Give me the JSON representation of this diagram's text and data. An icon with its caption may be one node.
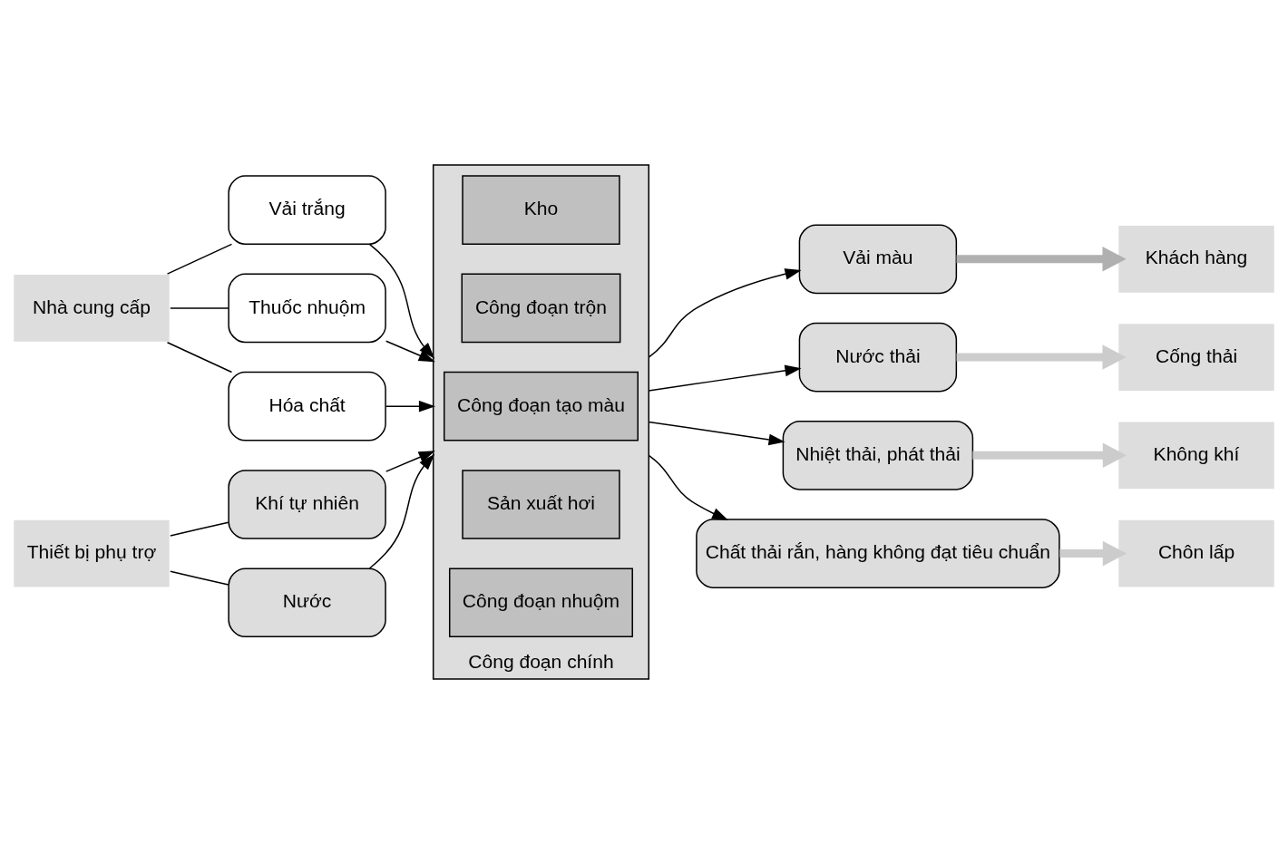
{
  "diagram": {
    "nodes": [
      {
        "text": [
          "Nhà cung cấp"
        ]
      },
      {
        "text": [
          "Vải trắng"
        ]
      },
      {
        "text": [
          "Thuốc nhuộm"
        ]
      },
      {
        "text": [
          "Hóa chất"
        ]
      },
      {
        "text": [
          "Thiết bị phụ trợ"
        ]
      },
      {
        "text": [
          "Khí tự nhiên"
        ]
      },
      {
        "text": [
          "Nước"
        ]
      },
      {
        "text": [
          "Công đoạn chính"
        ]
      },
      {
        "text": [
          "Kho"
        ],
        "in": 7
      },
      {
        "text": [
          "Công đoạn trộn"
        ],
        "in": 7
      },
      {
        "text": [
          "Công đoạn tạo màu"
        ],
        "in": 7
      },
      {
        "text": [
          "Sản xuất hơi"
        ],
        "in": 7
      },
      {
        "text": [
          "Công đoạn nhuộm"
        ],
        "in": 7
      },
      {
        "text": [
          "Vải màu"
        ]
      },
      {
        "text": [
          "Khách hàng"
        ]
      },
      {
        "text": [
          "Nước thải"
        ]
      },
      {
        "text": [
          "Nhiệt thải, phát thải"
        ]
      },
      {
        "text": [
          "Chất thải rắn, hàng không đạt tiêu chuẩn"
        ]
      },
      {
        "text": [
          "Cống thải"
        ]
      },
      {
        "text": [
          "Không khí"
        ]
      },
      {
        "text": [
          "Chôn lấp"
        ]
      }
    ],
    "edges": [
      {
        "from": 0,
        "to": 1,
        "arrow": "none"
      },
      {
        "from": 0,
        "to": 2,
        "arrow": "none"
      },
      {
        "from": 0,
        "to": 3,
        "arrow": "none"
      },
      {
        "from": 4,
        "to": 5,
        "arrow": "none"
      },
      {
        "from": 4,
        "to": 6,
        "arrow": "none"
      },
      {
        "from": 1,
        "to": 7,
        "arrow": "to"
      },
      {
        "from": 2,
        "to": 7,
        "arrow": "to"
      },
      {
        "from": 3,
        "to": 7,
        "arrow": "to"
      },
      {
        "from": 5,
        "to": 7,
        "arrow": "to"
      },
      {
        "from": 6,
        "to": 7,
        "arrow": "to"
      },
      {
        "from": 7,
        "to": 13,
        "arrow": "to"
      },
      {
        "from": 13,
        "to": 14,
        "arrow": "to",
        "style": "thick",
        "color": "#b0b0b0"
      },
      {
        "from": 7,
        "to": 15,
        "arrow": "to"
      },
      {
        "from": 7,
        "to": 16,
        "arrow": "to"
      },
      {
        "from": 7,
        "to": 17,
        "arrow": "to"
      },
      {
        "from": 15,
        "to": 18,
        "arrow": "to",
        "style": "thick",
        "color": "#cccccc"
      },
      {
        "from": 16,
        "to": 19,
        "arrow": "to",
        "style": "thick",
        "color": "#cccccc"
      },
      {
        "from": 17,
        "to": 20,
        "arrow": "to",
        "style": "thick",
        "color": "#cccccc"
      }
    ]
  }
}
